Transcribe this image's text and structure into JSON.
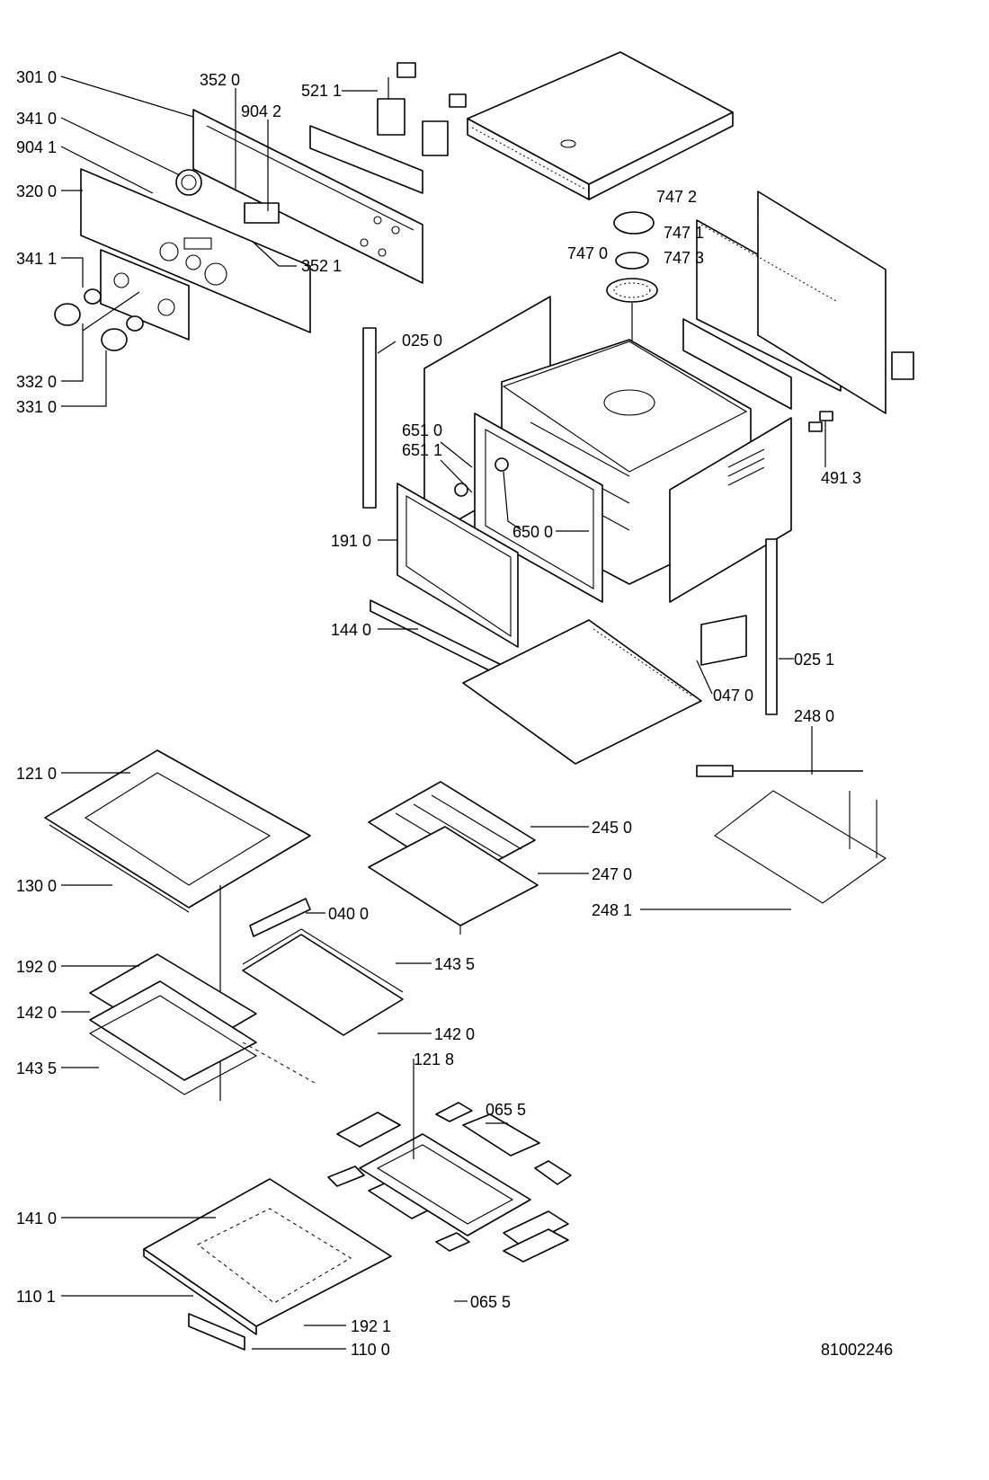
{
  "diagram": {
    "document_number": "81002246",
    "callouts": {
      "c3010": "301 0",
      "c3520": "352 0",
      "c5211": "521 1",
      "c9042": "904 2",
      "c3410": "341 0",
      "c9041": "904 1",
      "c3200": "320 0",
      "c3521": "352 1",
      "c3411": "341 1",
      "c3320": "332 0",
      "c3310": "331 0",
      "c7472": "747 2",
      "c7471": "747 1",
      "c7470": "747 0",
      "c7473": "747 3",
      "c0250": "025 0",
      "c6510": "651 0",
      "c6511": "651 1",
      "c6500": "650 0",
      "c4913": "491 3",
      "c1910": "191 0",
      "c1440": "144 0",
      "c0251": "025 1",
      "c0470": "047 0",
      "c2480": "248 0",
      "c1210": "121 0",
      "c2450": "245 0",
      "c2470": "247 0",
      "c2481": "248 1",
      "c1300": "130 0",
      "c0400": "040 0",
      "c1920": "192 0",
      "c1435a": "143 5",
      "c1420a": "142 0",
      "c1420b": "142 0",
      "c1435b": "143 5",
      "c1218": "121 8",
      "c0655a": "065 5",
      "c1410": "141 0",
      "c1101": "110 1",
      "c0655b": "065 5",
      "c1921": "192 1",
      "c1100": "110 0"
    }
  }
}
